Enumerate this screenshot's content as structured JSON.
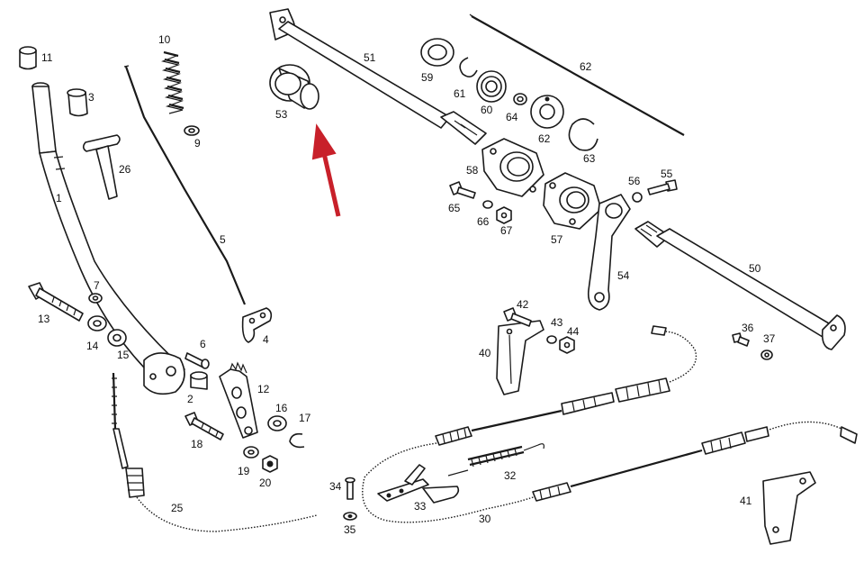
{
  "colors": {
    "ink": "#1a1a1a",
    "arrow": "#c8202a",
    "background": "#ffffff"
  },
  "labels": {
    "p1": "1",
    "p2": "2",
    "p3": "3",
    "p4": "4",
    "p5": "5",
    "p6": "6",
    "p7": "7",
    "p9": "9",
    "p10": "10",
    "p11": "11",
    "p12": "12",
    "p13": "13",
    "p14": "14",
    "p15": "15",
    "p16": "16",
    "p17": "17",
    "p18": "18",
    "p19": "19",
    "p20": "20",
    "p25": "25",
    "p26": "26",
    "p30": "30",
    "p32": "32",
    "p33": "33",
    "p34": "34",
    "p35": "35",
    "p36": "36",
    "p37": "37",
    "p40": "40",
    "p41": "41",
    "p42": "42",
    "p43": "43",
    "p44": "44",
    "p50": "50",
    "p51": "51",
    "p53": "53",
    "p54": "54",
    "p55": "55",
    "p56": "56",
    "p57": "57",
    "p58": "58",
    "p59": "59",
    "p60": "60",
    "p61": "61",
    "p62": "62",
    "p63": "63",
    "p64": "64",
    "p65": "65",
    "p66": "66",
    "p67": "67"
  }
}
